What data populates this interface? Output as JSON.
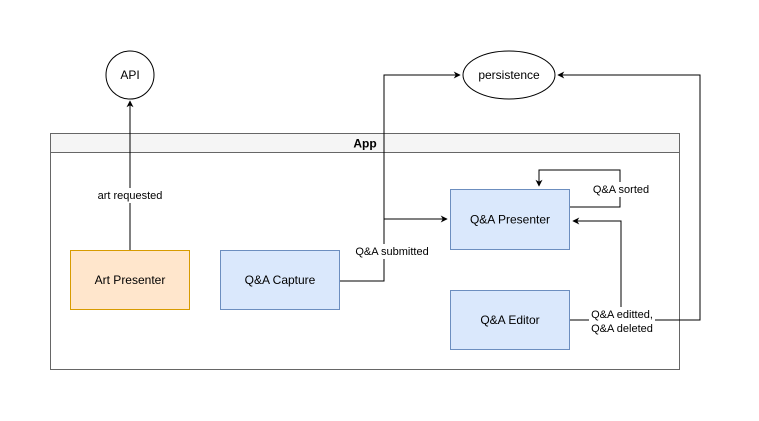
{
  "colors": {
    "stroke": "#000000",
    "container_border": "#666666",
    "container_header_fill": "#f5f5f5",
    "blue_fill": "#dae8fc",
    "blue_stroke": "#6c8ebf",
    "orange_fill": "#ffe6cc",
    "orange_stroke": "#d79b00"
  },
  "nodes": {
    "api": {
      "label": "API"
    },
    "persistence": {
      "label": "persistence"
    },
    "app": {
      "label": "App"
    },
    "art_presenter": {
      "label": "Art Presenter"
    },
    "qa_capture": {
      "label": "Q&A Capture"
    },
    "qa_presenter": {
      "label": "Q&A Presenter"
    },
    "qa_editor": {
      "label": "Q&A Editor"
    }
  },
  "edges": {
    "art_requested": {
      "label": "art requested"
    },
    "qa_submitted": {
      "label": "Q&A submitted"
    },
    "qa_sorted": {
      "label": "Q&A sorted"
    },
    "qa_edited_line1": {
      "label": "Q&A editted,"
    },
    "qa_edited_line2": {
      "label": "Q&A deleted"
    }
  }
}
